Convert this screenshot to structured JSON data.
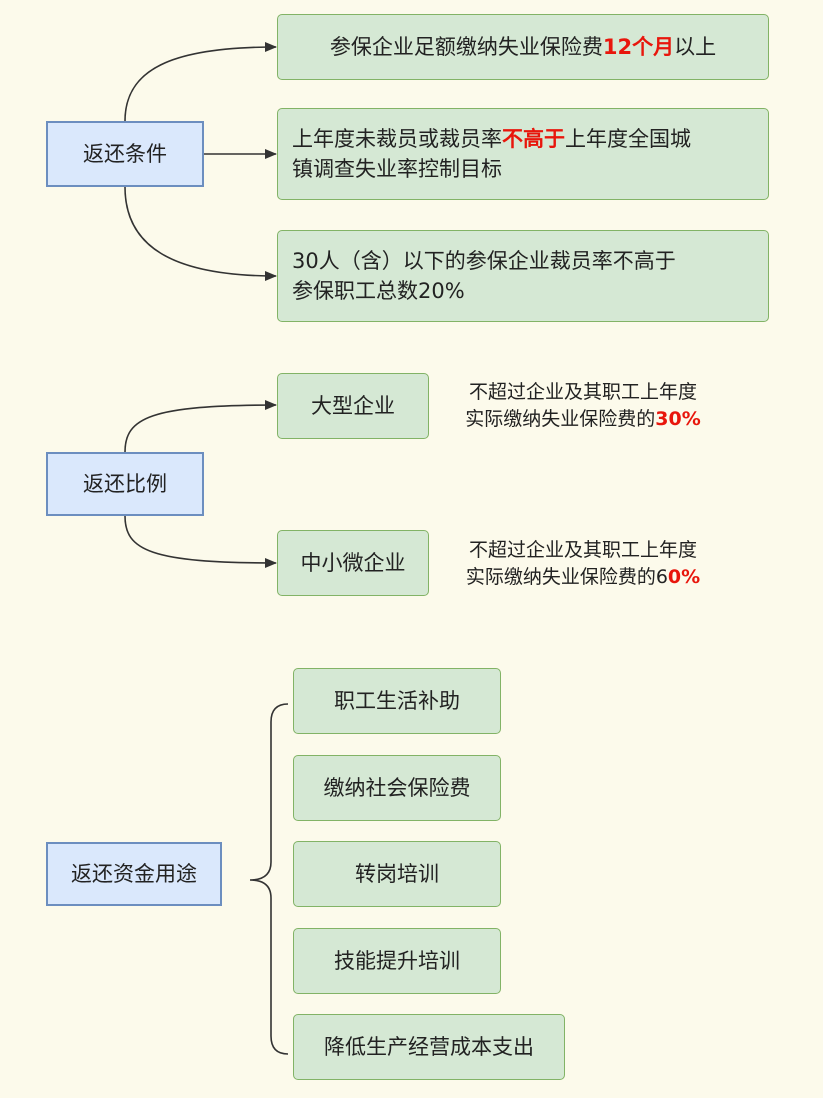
{
  "sections": {
    "conditions": {
      "label": "返还条件",
      "items": {
        "c1": {
          "text": "参保企业足额缴纳失业保险费",
          "highlight": "12个月",
          "suffix": "以上"
        },
        "c2": {
          "line1_pre": "上年度未裁员或裁员率",
          "line1_hl": "不高于",
          "line1_post": "上年度全国城",
          "line2": "镇调查失业率控制目标"
        },
        "c3": {
          "line1": "30人（含）以下的参保企业裁员率不高于",
          "line2": "参保职工总数20%"
        }
      }
    },
    "ratio": {
      "label": "返还比例",
      "large": {
        "label": "大型企业",
        "line1": "不超过企业及其职工上年度",
        "line2_pre": "实际缴纳失业保险费的",
        "line2_hl": "30%"
      },
      "small": {
        "label": "中小微企业",
        "line1": "不超过企业及其职工上年度",
        "line2_pre": "实际缴纳失业保险费的6",
        "line2_hl": "0%"
      }
    },
    "usage": {
      "label": "返还资金用途",
      "items": [
        "职工生活补助",
        "缴纳社会保险费",
        "转岗培训",
        "技能提升培训",
        "降低生产经营成本支出"
      ]
    }
  },
  "colors": {
    "background": "#fcfaeb",
    "blue_fill": "#dae8fc",
    "blue_stroke": "#6c8ebf",
    "green_fill": "#d5e8d4",
    "green_stroke": "#82b366",
    "highlight": "#e8160c",
    "connector": "#333333"
  }
}
